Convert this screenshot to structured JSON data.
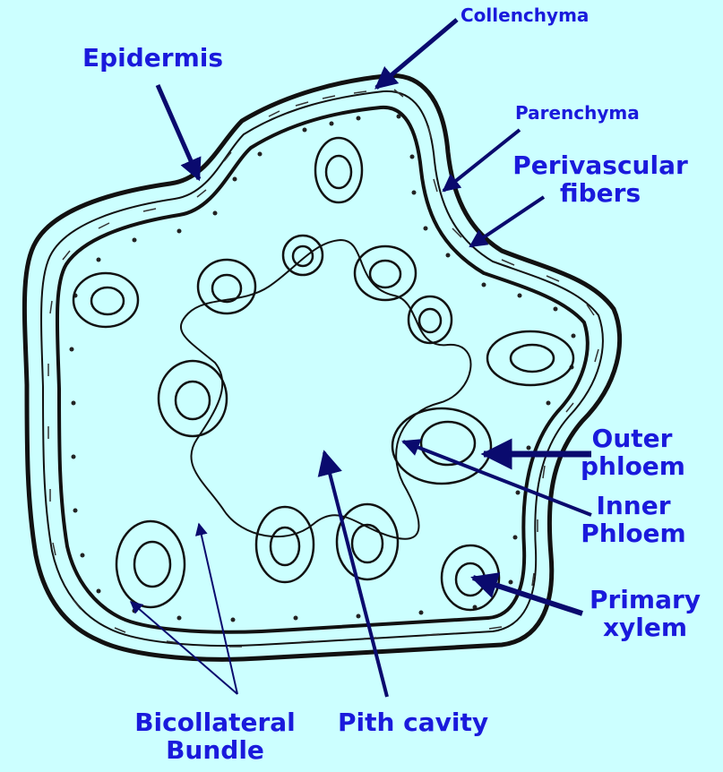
{
  "labels": {
    "collenchyma": "Collenchyma",
    "epidermis": "Epidermis",
    "parenchyma": "Parenchyma",
    "perivascular_1": "Perivascular",
    "perivascular_2": "fibers",
    "outer_1": "Outer",
    "outer_2": "phloem",
    "inner_1": "Inner",
    "inner_2": "Phloem",
    "primary_1": "Primary",
    "primary_2": "xylem",
    "bicollateral_1": "Bicollateral",
    "bicollateral_2": "Bundle",
    "pith": "Pith cavity"
  },
  "colors": {
    "background": "#ccffff",
    "label_text": "#1a1adc",
    "arrow": "#0a0a6e",
    "drawing": "#111111"
  }
}
